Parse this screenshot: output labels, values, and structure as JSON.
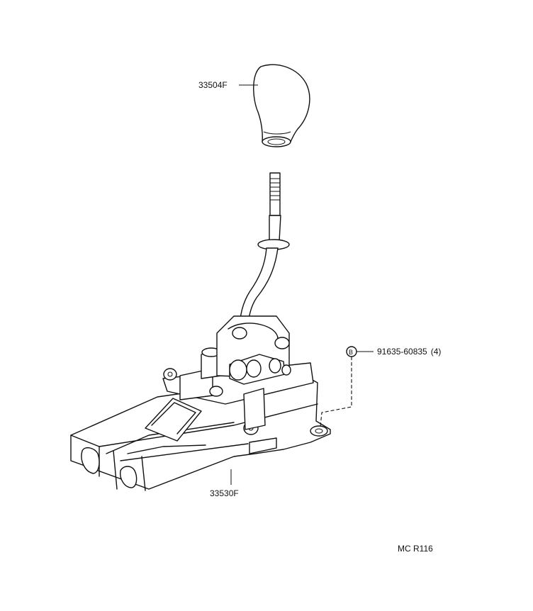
{
  "parts": {
    "knob": {
      "number": "33504F"
    },
    "housing": {
      "number": "33530F"
    },
    "bolt": {
      "number": "91635-60835",
      "qty": "(4)",
      "symbol": "B"
    }
  },
  "footer": {
    "code": "MC R116"
  }
}
